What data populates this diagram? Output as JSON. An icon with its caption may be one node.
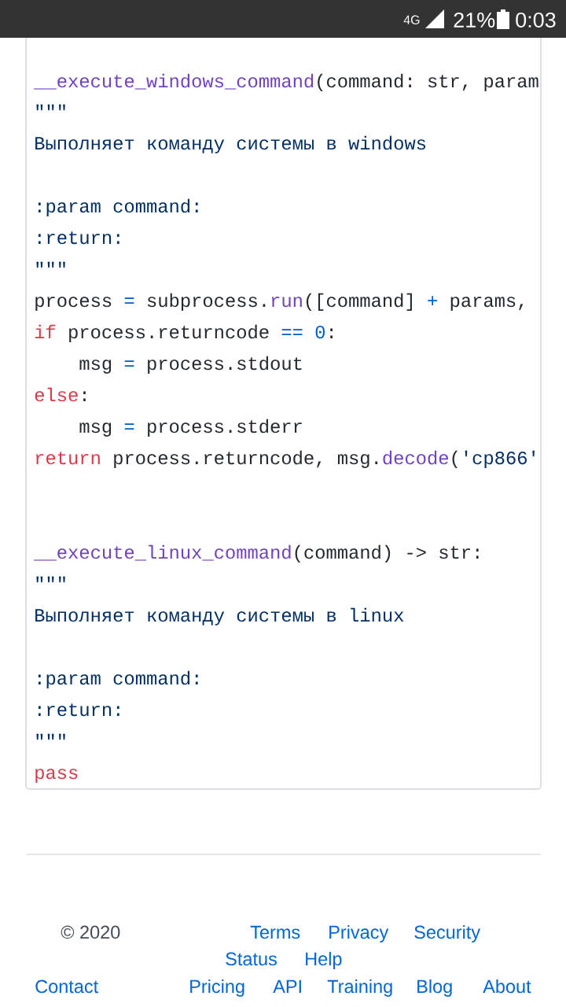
{
  "diagram": {
    "labels": [
      "4G",
      "21%",
      "0:03",
      "__execute_windows_command",
      "(command: str, param",
      "\"\"\"",
      "Выполняет команду системы в windows",
      ":param command:",
      ":return:",
      "\"\"\"",
      "process",
      "=",
      "subprocess.",
      "run",
      "([command]",
      "+",
      "params,",
      "if",
      "process.returncode",
      "==",
      "0",
      ":",
      "msg",
      "=",
      "process.stdout",
      "else",
      ":",
      "msg",
      "=",
      "process.stderr",
      "return",
      "process.returncode, msg.",
      "decode",
      "(",
      "'cp866'",
      "__execute_linux_command",
      "(command) -> str:",
      "\"\"\"",
      "Выполняет команду системы в linux",
      ":param command:",
      ":return:",
      "\"\"\"",
      "pass",
      "© 2020",
      "Terms",
      "Privacy",
      "Security",
      "Status",
      "Help",
      "Contact",
      "Pricing",
      "API",
      "Training",
      "Blog",
      "About"
    ]
  }
}
